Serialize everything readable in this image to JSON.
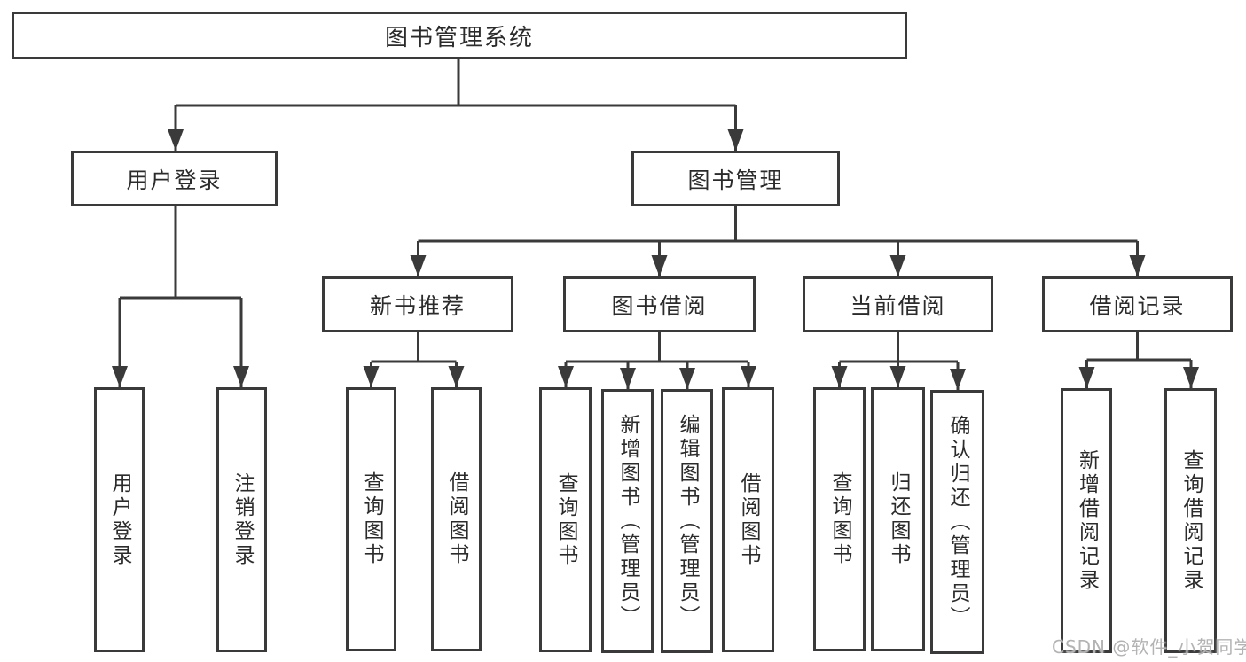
{
  "diagram": {
    "kind": "hierarchy-tree",
    "watermark": "CSDN @软件_小贺同学",
    "colors": {
      "line": "#3a3a3a",
      "text": "#2b2b2b",
      "box_background": "#ffffff",
      "watermark": "#b3b3b3"
    },
    "tree": {
      "label": "图书管理系统",
      "children": [
        {
          "label": "用户登录",
          "children": [
            {
              "label": "用户登录"
            },
            {
              "label": "注销登录"
            }
          ]
        },
        {
          "label": "图书管理",
          "children": [
            {
              "label": "新书推荐",
              "children": [
                {
                  "label": "查询图书"
                },
                {
                  "label": "借阅图书"
                }
              ]
            },
            {
              "label": "图书借阅",
              "children": [
                {
                  "label": "查询图书"
                },
                {
                  "label": "新增图书（管理员）"
                },
                {
                  "label": "编辑图书（管理员）"
                },
                {
                  "label": "借阅图书"
                }
              ]
            },
            {
              "label": "当前借阅",
              "children": [
                {
                  "label": "查询图书"
                },
                {
                  "label": "归还图书"
                },
                {
                  "label": "确认归还（管理员）"
                }
              ]
            },
            {
              "label": "借阅记录",
              "children": [
                {
                  "label": "新增借阅记录"
                },
                {
                  "label": "查询借阅记录"
                }
              ]
            }
          ]
        }
      ]
    }
  }
}
